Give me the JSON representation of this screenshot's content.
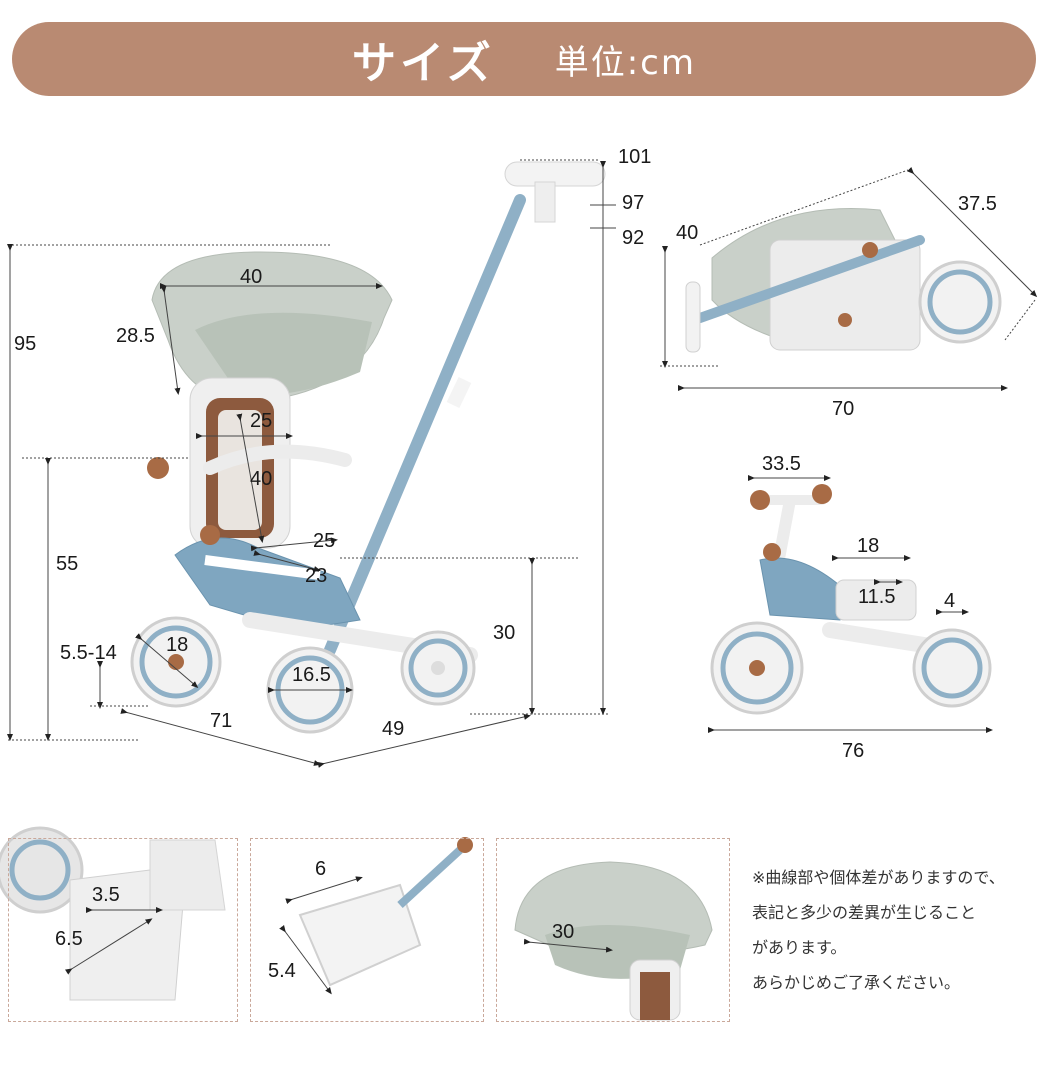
{
  "header": {
    "title": "サイズ",
    "unit": "単位:cm"
  },
  "main_view": {
    "dims": {
      "total_height": "95",
      "canopy_width": "40",
      "canopy_height": "28.5",
      "backrest_width": "25",
      "backrest_height": "40",
      "seat_height": "55",
      "seat_width": "25",
      "seat_depth": "23",
      "handle_top": "101",
      "handle_mid": "97",
      "handle_low": "92",
      "bar_height": "30",
      "footrest_range": "5.5-14",
      "front_wheel": "18",
      "rear_wheel": "16.5",
      "length": "71",
      "width": "49"
    }
  },
  "folded_view": {
    "dims": {
      "height": "40",
      "diagonal": "37.5",
      "length": "70"
    }
  },
  "balance_view": {
    "dims": {
      "handlebar": "33.5",
      "seat": "18",
      "seat_width": "11.5",
      "rear_wheel": "4",
      "length": "76"
    }
  },
  "details": {
    "footrest": {
      "width": "3.5",
      "length": "6.5"
    },
    "pedal": {
      "width": "6",
      "length": "5.4"
    },
    "canopy": {
      "width": "30"
    }
  },
  "note": {
    "lines": [
      "※曲線部や個体差がありますので、",
      "表記と多少の差異が生じること",
      "があります。",
      "あらかじめご了承ください。"
    ]
  }
}
